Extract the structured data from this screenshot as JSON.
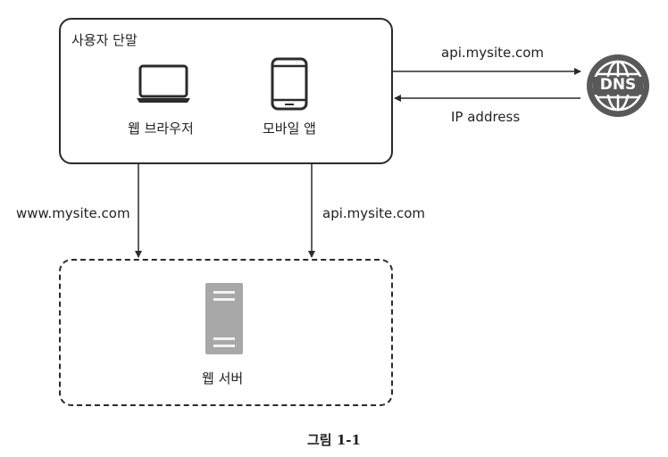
{
  "client": {
    "title": "사용자 단말",
    "web_browser_label": "웹 브라우저",
    "mobile_app_label": "모바일 앱"
  },
  "dns": {
    "icon_text": "DNS",
    "request_label": "api.mysite.com",
    "response_label": "IP address"
  },
  "edges": {
    "web_label": "www.mysite.com",
    "api_label": "api.mysite.com"
  },
  "server": {
    "label": "웹 서버"
  },
  "caption": "그림 1-1"
}
